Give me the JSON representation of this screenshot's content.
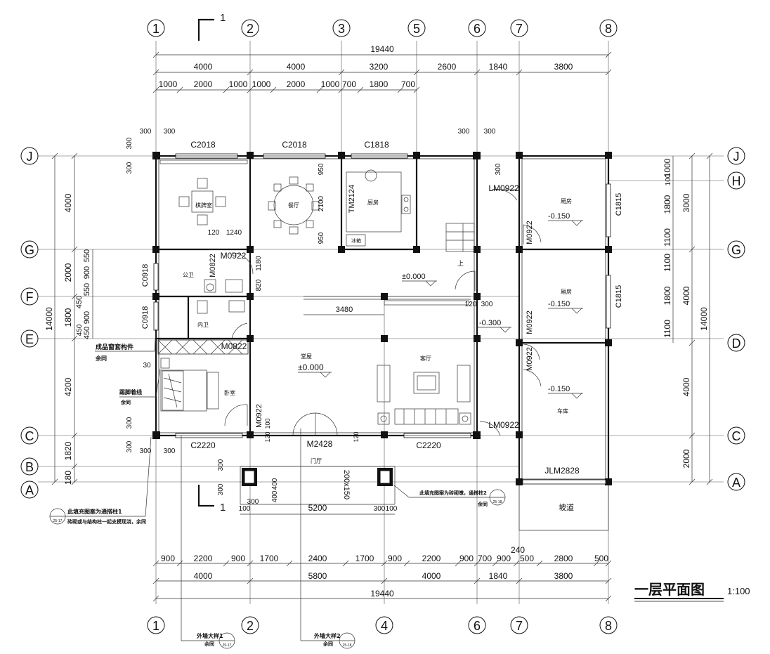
{
  "title": "一层平面图",
  "scale": "1:100",
  "section_marker": "1",
  "axes": {
    "top": [
      "1",
      "2",
      "3",
      "5",
      "6",
      "7",
      "8"
    ],
    "bottom": [
      "1",
      "2",
      "4",
      "6",
      "7",
      "8"
    ],
    "left": [
      "J",
      "G",
      "F",
      "E",
      "C",
      "B",
      "A"
    ],
    "right": [
      "J",
      "H",
      "G",
      "D",
      "C",
      "A"
    ]
  },
  "dims": {
    "top_total": "19440",
    "top_row2": [
      "4000",
      "4000",
      "3200",
      "2600",
      "1840",
      "3800"
    ],
    "top_row3": [
      "1000",
      "2000",
      "1000",
      "1000",
      "2000",
      "1000",
      "700",
      "1800",
      "700"
    ],
    "bottom_row1": [
      "900",
      "2200",
      "900",
      "1700",
      "2400",
      "1700",
      "900",
      "2200",
      "900",
      "700",
      "900",
      "500",
      "2800",
      "500"
    ],
    "bottom_row2": [
      "4000",
      "5800",
      "4000",
      "1840",
      "3800"
    ],
    "bottom_total": "19440",
    "bottom_extra": "240",
    "left_outer": "14000",
    "left_inner": [
      "4000",
      "2000",
      "1800",
      "4200",
      "1820",
      "180"
    ],
    "left_small": [
      "550",
      "900",
      "550",
      "450",
      "900",
      "450"
    ],
    "right_outer": "14000",
    "right_mid": [
      "3000",
      "4000",
      "4000",
      "2000"
    ],
    "right_inner": [
      "1000",
      "100",
      "1800",
      "1100",
      "1100",
      "1800",
      "1100"
    ],
    "porch": [
      "5200",
      "300",
      "300",
      "300",
      "100",
      "300",
      "100"
    ],
    "misc": [
      "300",
      "300",
      "300",
      "300",
      "300",
      "300",
      "300",
      "300",
      "300",
      "300",
      "3480",
      "120",
      "1240",
      "1180",
      "820",
      "120",
      "300",
      "120",
      "120",
      "100",
      "950",
      "2100",
      "950",
      "30",
      "450",
      "300",
      "400",
      "400"
    ]
  },
  "rooms": {
    "chess": "棋牌室",
    "dining": "餐厅",
    "kitchen": "厨房",
    "fridge": "冰箱",
    "pub_wc": "公卫",
    "in_wc": "内卫",
    "hall": "堂屋",
    "living": "客厅",
    "bed": "卧室",
    "porch": "门厅",
    "garage": "车库",
    "kitchen_r1": "厢房",
    "kitchen_r2": "厢房",
    "ramp": "坡道"
  },
  "levels": {
    "hall": "±0.000",
    "living": "±0.000",
    "r1": "-0.150",
    "r2": "-0.150",
    "garage": "-0.150",
    "step": "-0.300",
    "up": "上"
  },
  "openings": [
    "C2018",
    "C2018",
    "C1818",
    "TM2124",
    "LM0922",
    "M0922",
    "M0822",
    "C0918",
    "C0918",
    "M0822",
    "M0922",
    "M0922",
    "M0922",
    "M0922",
    "LM0922",
    "C2220",
    "M2428",
    "C2220",
    "JLM2828",
    "C1815",
    "C1815"
  ],
  "notes": {
    "n1": "成品窗套构件",
    "n1b": "余同",
    "n2": "踢脚着线",
    "n2b": "余同",
    "n3": "此填充图案为通搭柱1",
    "n3b": "砖砌或与结构柱一起支模现浇，余同",
    "n4": "此填充图案为砖砌墩，通搭柱2",
    "n4b": "余同",
    "n5": "外墙大样1",
    "n5b": "余同",
    "n6": "外墙大样2",
    "n6b": "余同",
    "n7": "200x150",
    "n8": "25-17",
    "n9": "25-18"
  }
}
